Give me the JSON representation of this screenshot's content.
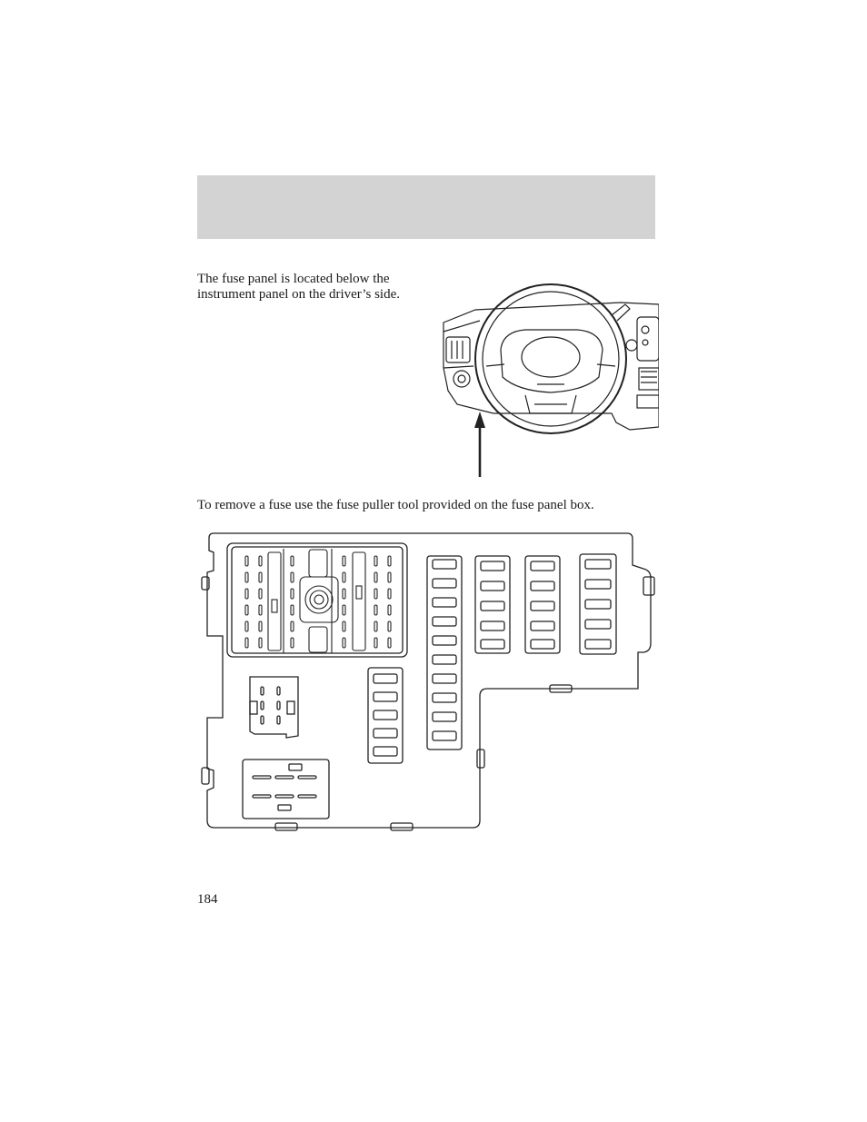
{
  "header": {
    "band_color": "#d3d3d3"
  },
  "intro": {
    "text": "The fuse panel is located below the instrument panel on the driver’s side."
  },
  "instruction": {
    "text": "To remove a fuse use the fuse puller tool provided on the fuse panel box."
  },
  "figures": {
    "steering": {
      "icon": "steering-wheel-with-arrow"
    },
    "fuse_panel": {
      "icon": "fuse-panel-diagram"
    }
  },
  "footer": {
    "page_number": "184"
  }
}
